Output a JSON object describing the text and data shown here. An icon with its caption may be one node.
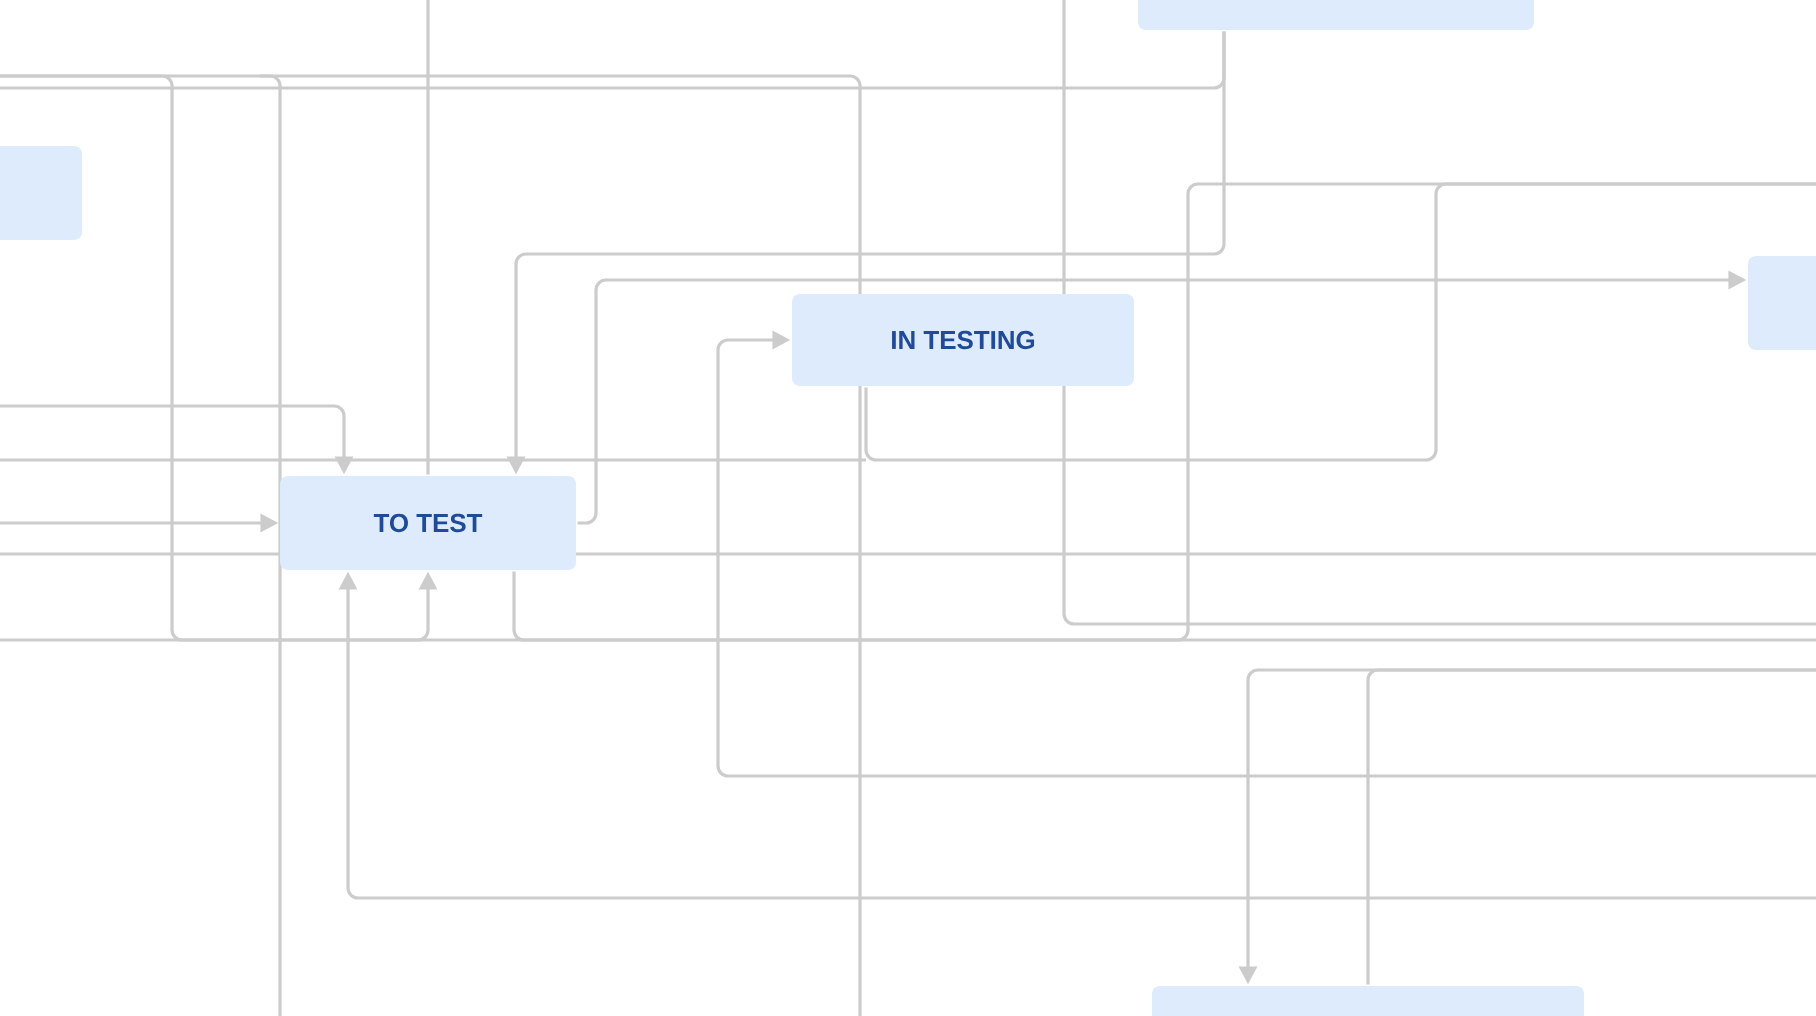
{
  "diagram": {
    "nodes": [
      {
        "text": [],
        "shape": "box"
      },
      {
        "text": [],
        "shape": "box"
      },
      {
        "text": [
          "TO TEST"
        ]
      },
      {
        "text": [
          "IN TESTING"
        ]
      },
      {
        "text": [],
        "shape": "box"
      },
      {
        "text": [],
        "shape": "box"
      }
    ],
    "edges": [
      {
        "from": 1,
        "to": 2,
        "arrow": "to"
      },
      {
        "from": 2,
        "to": 4,
        "arrow": "to"
      },
      {
        "from": null,
        "to": 3,
        "arrow": "to"
      },
      {
        "from": 3,
        "to": null,
        "arrow": "none"
      },
      {
        "from": null,
        "to": 2,
        "arrow": "to"
      },
      {
        "from": null,
        "to": 2,
        "arrow": "to"
      },
      {
        "from": null,
        "to": 2,
        "arrow": "to"
      },
      {
        "from": null,
        "to": 2,
        "arrow": "to"
      },
      {
        "from": null,
        "to": 5,
        "arrow": "to"
      },
      {
        "from": 5,
        "to": null,
        "arrow": "none"
      },
      {
        "from": 2,
        "to": null,
        "arrow": "none"
      },
      {
        "from": 2,
        "to": null,
        "arrow": "none"
      },
      {
        "from": 1,
        "to": null,
        "arrow": "none"
      }
    ]
  }
}
